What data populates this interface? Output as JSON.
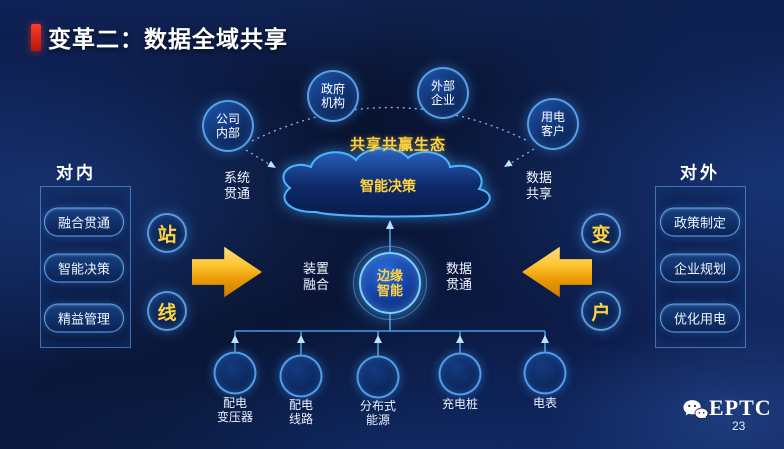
{
  "title": "变革二：数据全域共享",
  "top_nodes": [
    {
      "label": "公司\n内部"
    },
    {
      "label": "政府\n机构"
    },
    {
      "label": "外部\n企业"
    },
    {
      "label": "用电\n客户"
    }
  ],
  "ecosystem": {
    "headline": "共享共赢生态",
    "cloud_label": "智能决策",
    "left_note": "系统\n贯通",
    "right_note": "数据\n共享"
  },
  "left_panel": {
    "title": "对内",
    "items": [
      "融合贯通",
      "智能决策",
      "精益管理"
    ]
  },
  "right_panel": {
    "title": "对外",
    "items": [
      "政策制定",
      "企业规划",
      "优化用电"
    ]
  },
  "badges": {
    "left": [
      "站",
      "线"
    ],
    "right": [
      "变",
      "户"
    ]
  },
  "center": {
    "label": "边缘\n智能",
    "left_note": "装置\n融合",
    "right_note": "数据\n贯通"
  },
  "bottom_nodes": [
    {
      "label": "配电\n变压器"
    },
    {
      "label": "配电\n线路"
    },
    {
      "label": "分布式\n能源"
    },
    {
      "label": "充电桩"
    },
    {
      "label": "电表"
    }
  ],
  "footer": {
    "logo_text": "EPTC",
    "page_number": "23"
  },
  "colors": {
    "accent_red": "#d9261c",
    "gold": "#ffd23f",
    "line_blue": "#5fb0ff",
    "background": "#0a1740"
  }
}
